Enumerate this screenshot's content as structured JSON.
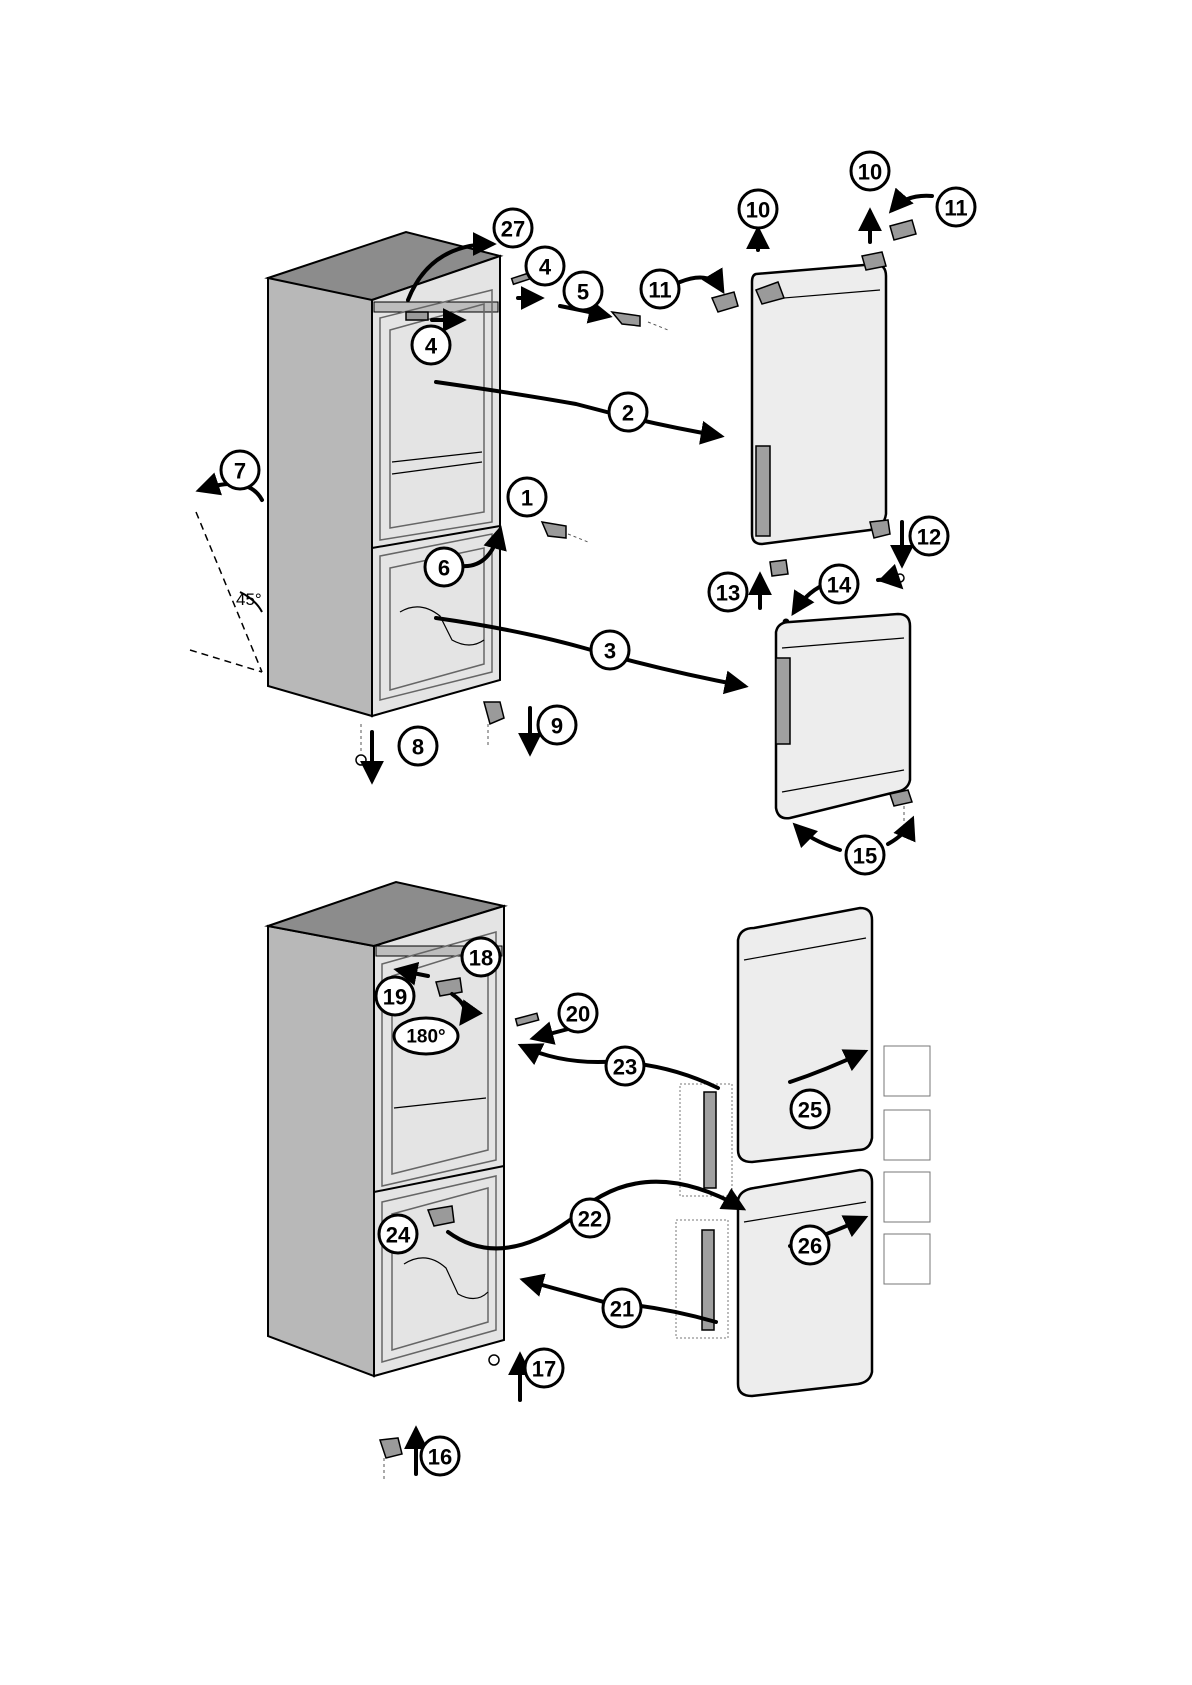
{
  "figure": {
    "angle_label": "45°",
    "rotation_label": "180°"
  },
  "callouts": [
    {
      "id": "c1",
      "label": "1"
    },
    {
      "id": "c2",
      "label": "2"
    },
    {
      "id": "c3",
      "label": "3"
    },
    {
      "id": "c4a",
      "label": "4"
    },
    {
      "id": "c4b",
      "label": "4"
    },
    {
      "id": "c5",
      "label": "5"
    },
    {
      "id": "c6",
      "label": "6"
    },
    {
      "id": "c7",
      "label": "7"
    },
    {
      "id": "c8",
      "label": "8"
    },
    {
      "id": "c9",
      "label": "9"
    },
    {
      "id": "c10a",
      "label": "10"
    },
    {
      "id": "c10b",
      "label": "10"
    },
    {
      "id": "c11a",
      "label": "11"
    },
    {
      "id": "c11b",
      "label": "11"
    },
    {
      "id": "c12",
      "label": "12"
    },
    {
      "id": "c13",
      "label": "13"
    },
    {
      "id": "c14",
      "label": "14"
    },
    {
      "id": "c15",
      "label": "15"
    },
    {
      "id": "c16",
      "label": "16"
    },
    {
      "id": "c17",
      "label": "17"
    },
    {
      "id": "c18",
      "label": "18"
    },
    {
      "id": "c19",
      "label": "19"
    },
    {
      "id": "c20",
      "label": "20"
    },
    {
      "id": "c21",
      "label": "21"
    },
    {
      "id": "c22",
      "label": "22"
    },
    {
      "id": "c23",
      "label": "23"
    },
    {
      "id": "c24",
      "label": "24"
    },
    {
      "id": "c25",
      "label": "25"
    },
    {
      "id": "c26",
      "label": "26"
    },
    {
      "id": "c27",
      "label": "27"
    }
  ]
}
